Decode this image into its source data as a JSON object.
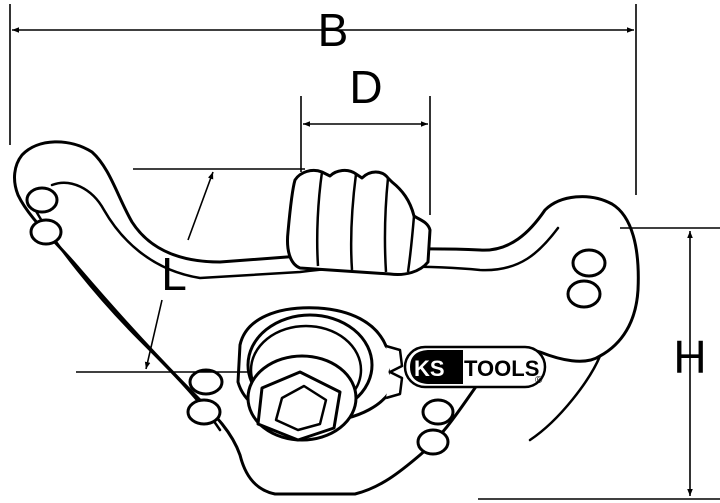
{
  "dimensions": {
    "width_label": "B",
    "depth_label": "D",
    "length_label": "L",
    "height_label": "H"
  },
  "brand": {
    "prefix": "KS",
    "suffix": "TOOLS",
    "mark": "®",
    "colors": {
      "ink": "#000000",
      "paper": "#ffffff"
    }
  }
}
